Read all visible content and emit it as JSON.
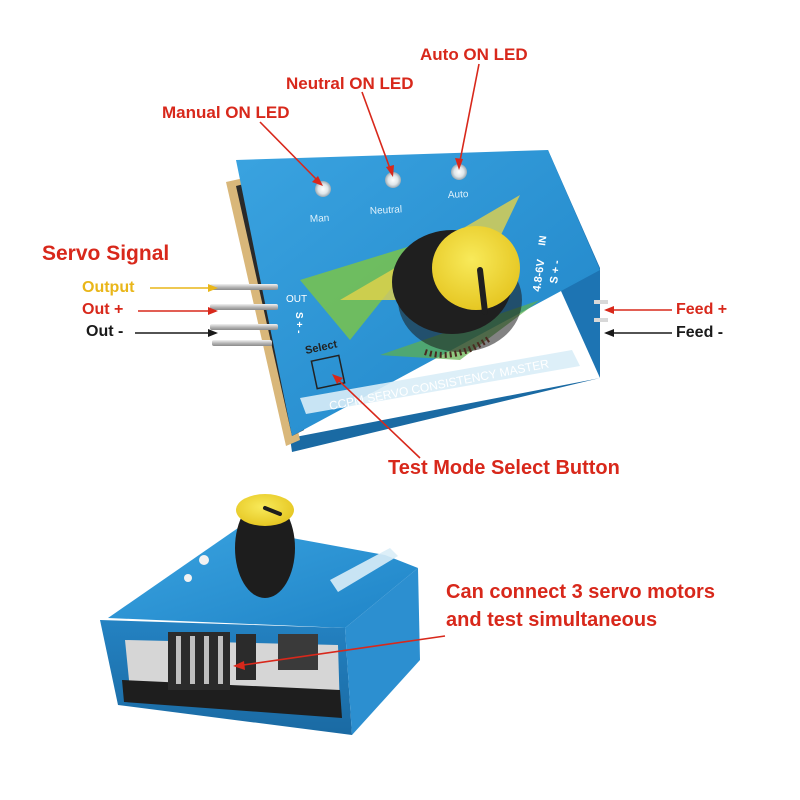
{
  "annotations": {
    "auto_led": "Auto ON LED",
    "neutral_led": "Neutral ON LED",
    "manual_led": "Manual ON LED",
    "servo_signal": "Servo Signal",
    "output": "Output",
    "out_plus": "Out +",
    "out_minus": "Out -",
    "feed_plus": "Feed +",
    "feed_minus": "Feed -",
    "test_mode_button": "Test Mode Select Button",
    "connect_line1": "Can connect 3 servo motors",
    "connect_line2": "and test simultaneous"
  },
  "device_text": {
    "led_man": "Man",
    "led_neutral": "Neutral",
    "led_auto": "Auto",
    "voltage": "4.8-6V",
    "in_label": "IN",
    "in_pins": "S + -",
    "out_label": "OUT",
    "out_pins": "S + -",
    "select_label": "Select",
    "product_name": "CCPM SERVO CONSISTENCY MASTER"
  },
  "colors": {
    "annotation_red": "#d8281b",
    "output_yellow": "#e9b619",
    "case_blue": "#2e93d4",
    "knob_yellow": "#f1dc3a"
  }
}
